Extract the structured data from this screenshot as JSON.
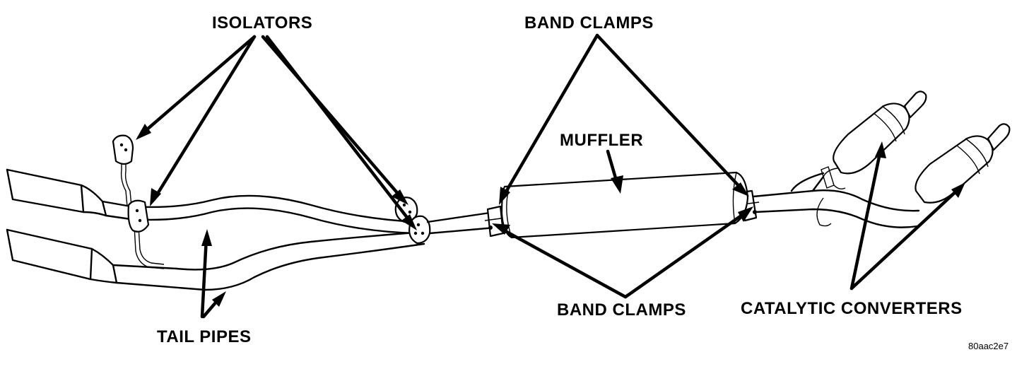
{
  "labels": {
    "isolators": "ISOLATORS",
    "band_clamps_top": "BAND CLAMPS",
    "muffler": "MUFFLER",
    "band_clamps_bottom": "BAND CLAMPS",
    "catalytic_converters": "CATALYTIC CONVERTERS",
    "tail_pipes": "TAIL PIPES",
    "figure_code": "80aac2e7"
  },
  "colors": {
    "ink": "#000000",
    "paper": "#ffffff"
  }
}
